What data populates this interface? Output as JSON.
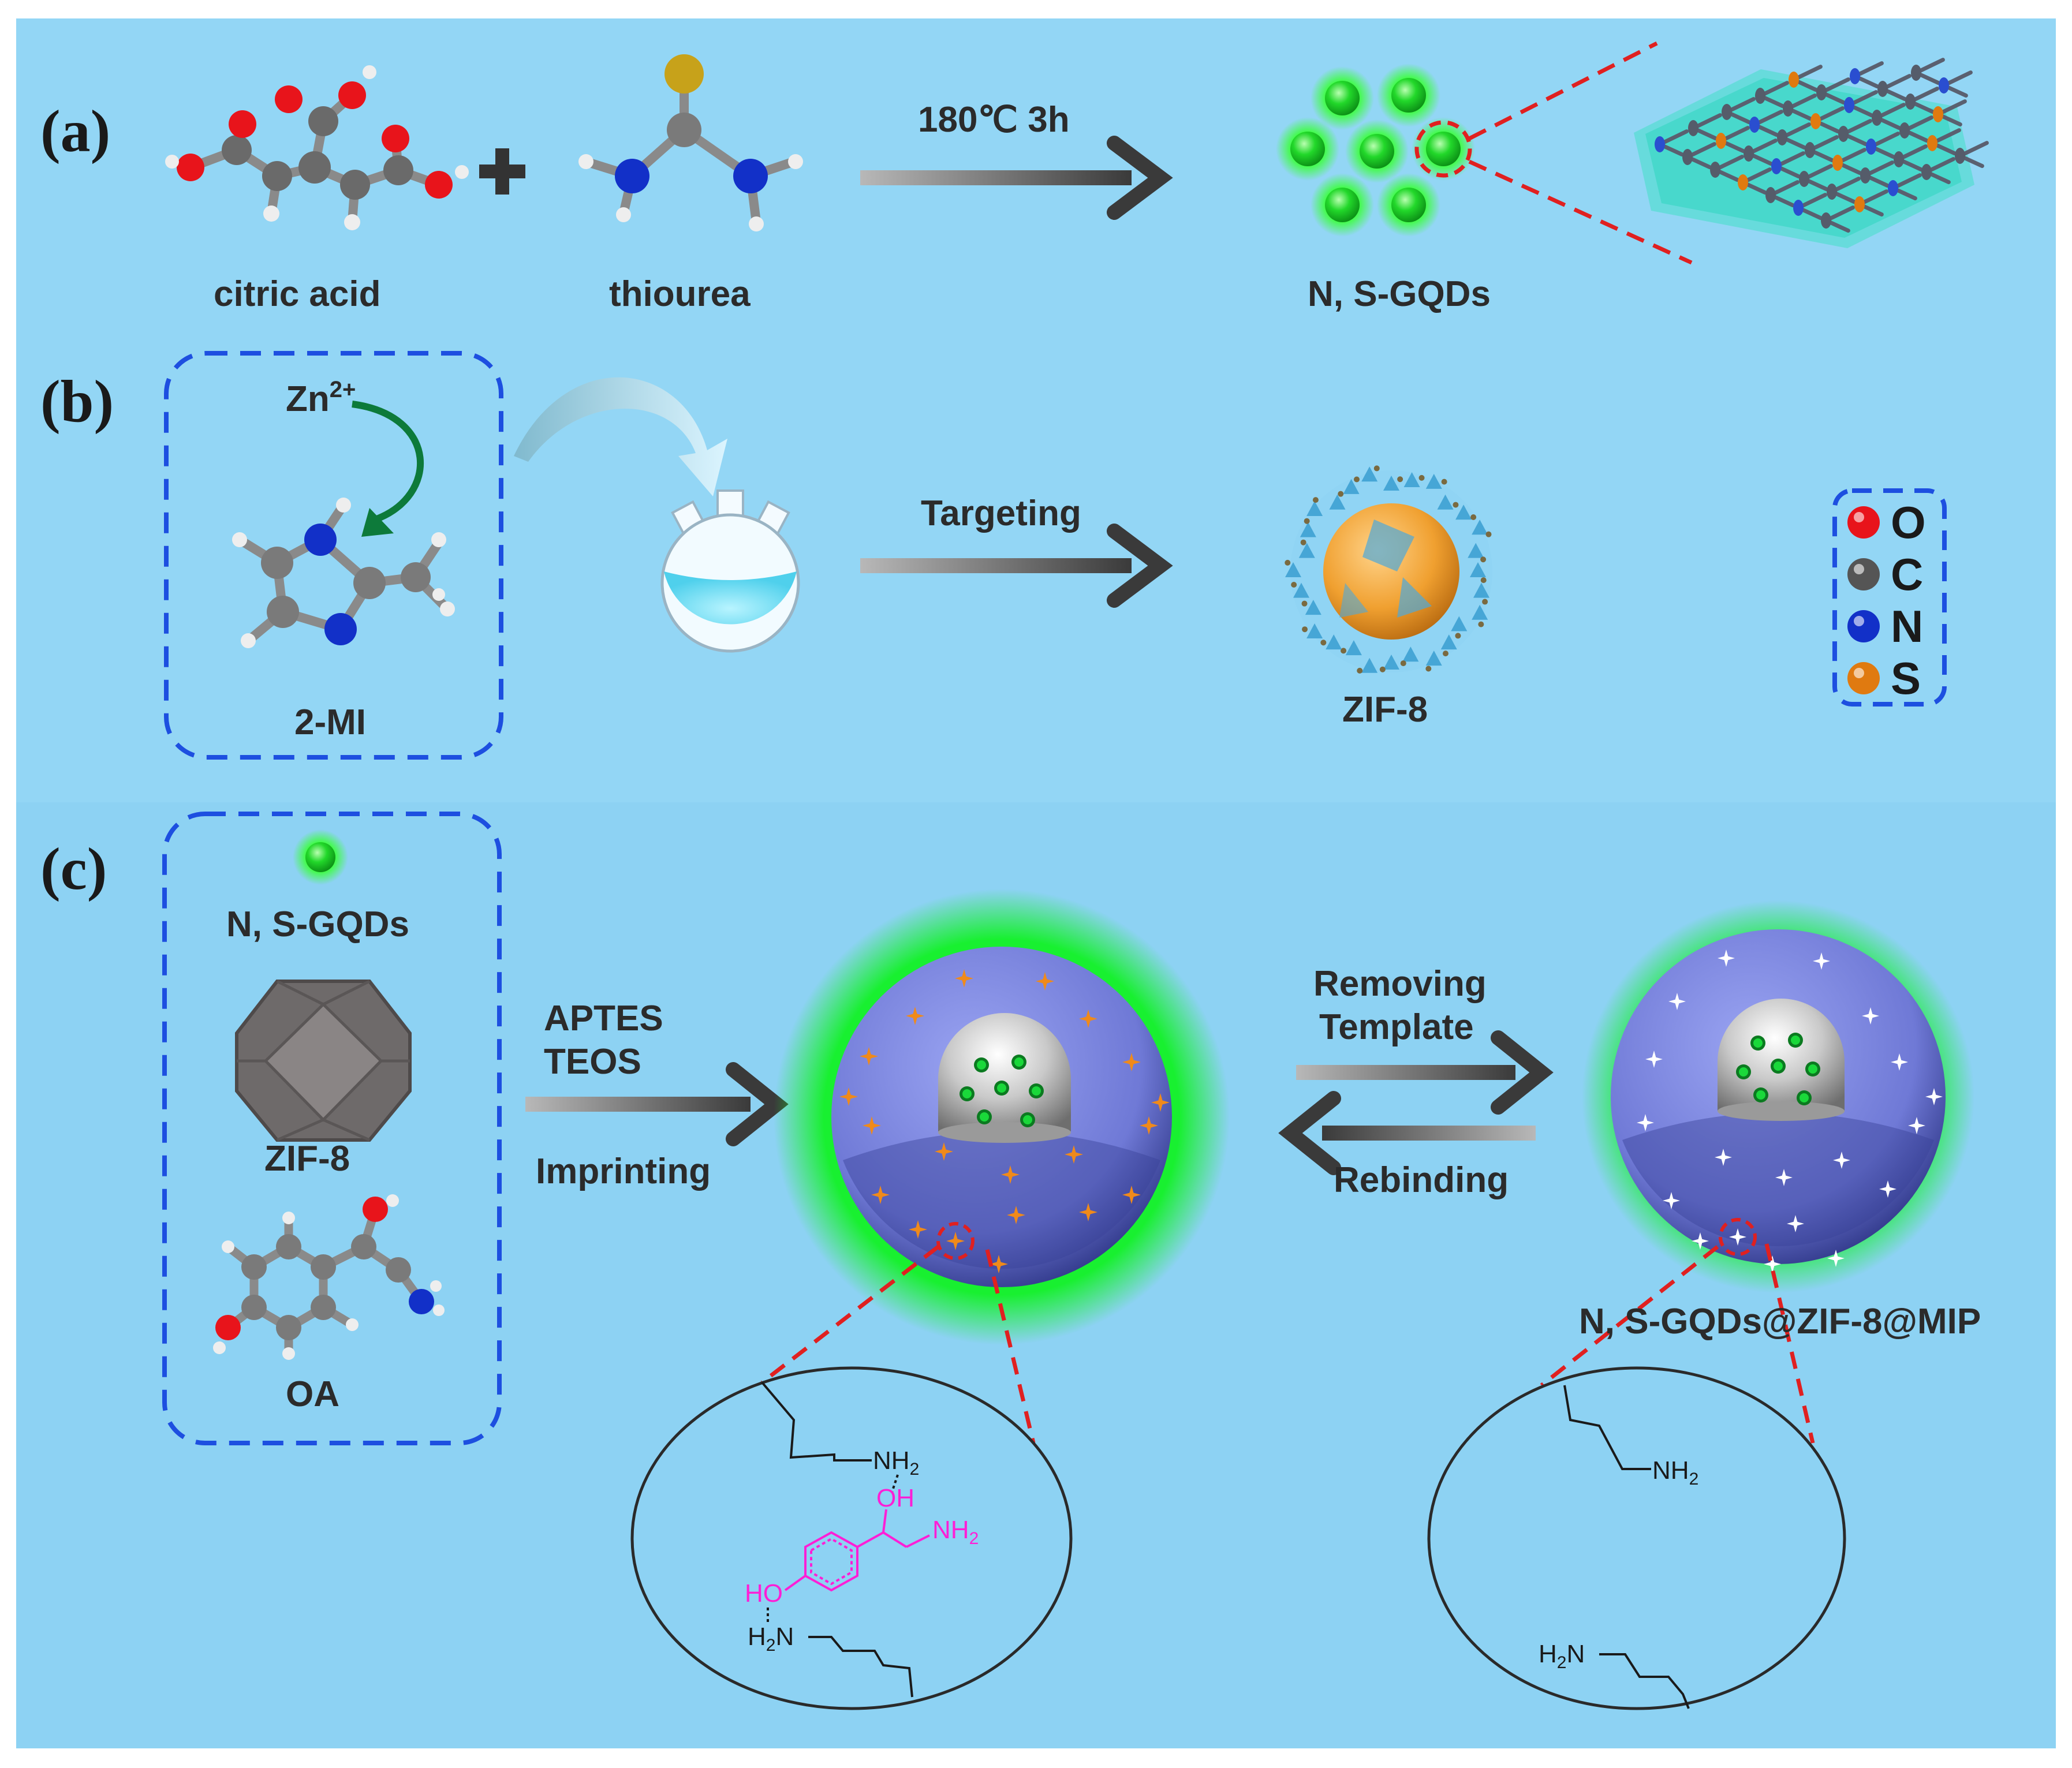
{
  "panels": {
    "a": {
      "label": "(a)",
      "reagent1": "citric acid",
      "reagent2": "thiourea",
      "plus": "+",
      "condition": "180℃ 3h",
      "product": "N, S-GQDs"
    },
    "b": {
      "label": "(b)",
      "ion": "Zn",
      "ion_charge": "2+",
      "ligand": "2-MI",
      "step": "Targeting",
      "product": "ZIF-8"
    },
    "c": {
      "label": "(c)",
      "component1": "N, S-GQDs",
      "component2": "ZIF-8",
      "component3": "OA",
      "reagents_line1": "APTES",
      "reagents_line2": "TEOS",
      "step1": "Imprinting",
      "forward_line1": "Removing",
      "forward_line2": "Template",
      "reverse": "Rebinding",
      "product": "N, S-GQDs@ZIF-8@MIP"
    }
  },
  "legend": [
    {
      "symbol": "O",
      "color": "#e8141b"
    },
    {
      "symbol": "C",
      "color": "#555555"
    },
    {
      "symbol": "N",
      "color": "#1230c8"
    },
    {
      "symbol": "S",
      "color": "#e07a10"
    }
  ],
  "zoom_left": {
    "nh2_top": "NH",
    "oh": "OH",
    "nh2_side": "NH",
    "ho": "HO",
    "h2n": "N",
    "h2n_h": "H",
    "sub2": "2"
  },
  "zoom_right": {
    "nh2_top": "NH",
    "h2n": "N",
    "h2n_h": "H",
    "sub2": "2"
  },
  "colors": {
    "background": "#93d6f5",
    "panel_c_background": "#8dd2f3",
    "frame_dash": "#1d4fe0",
    "zoom_dash": "#e02020",
    "gqd_green": "#19d02a",
    "sphere_blue": "#7b86e2",
    "arrow": "#4a4a4a",
    "zif_orange": "#f0a030",
    "analyte_pink": "#ff1fd6"
  }
}
